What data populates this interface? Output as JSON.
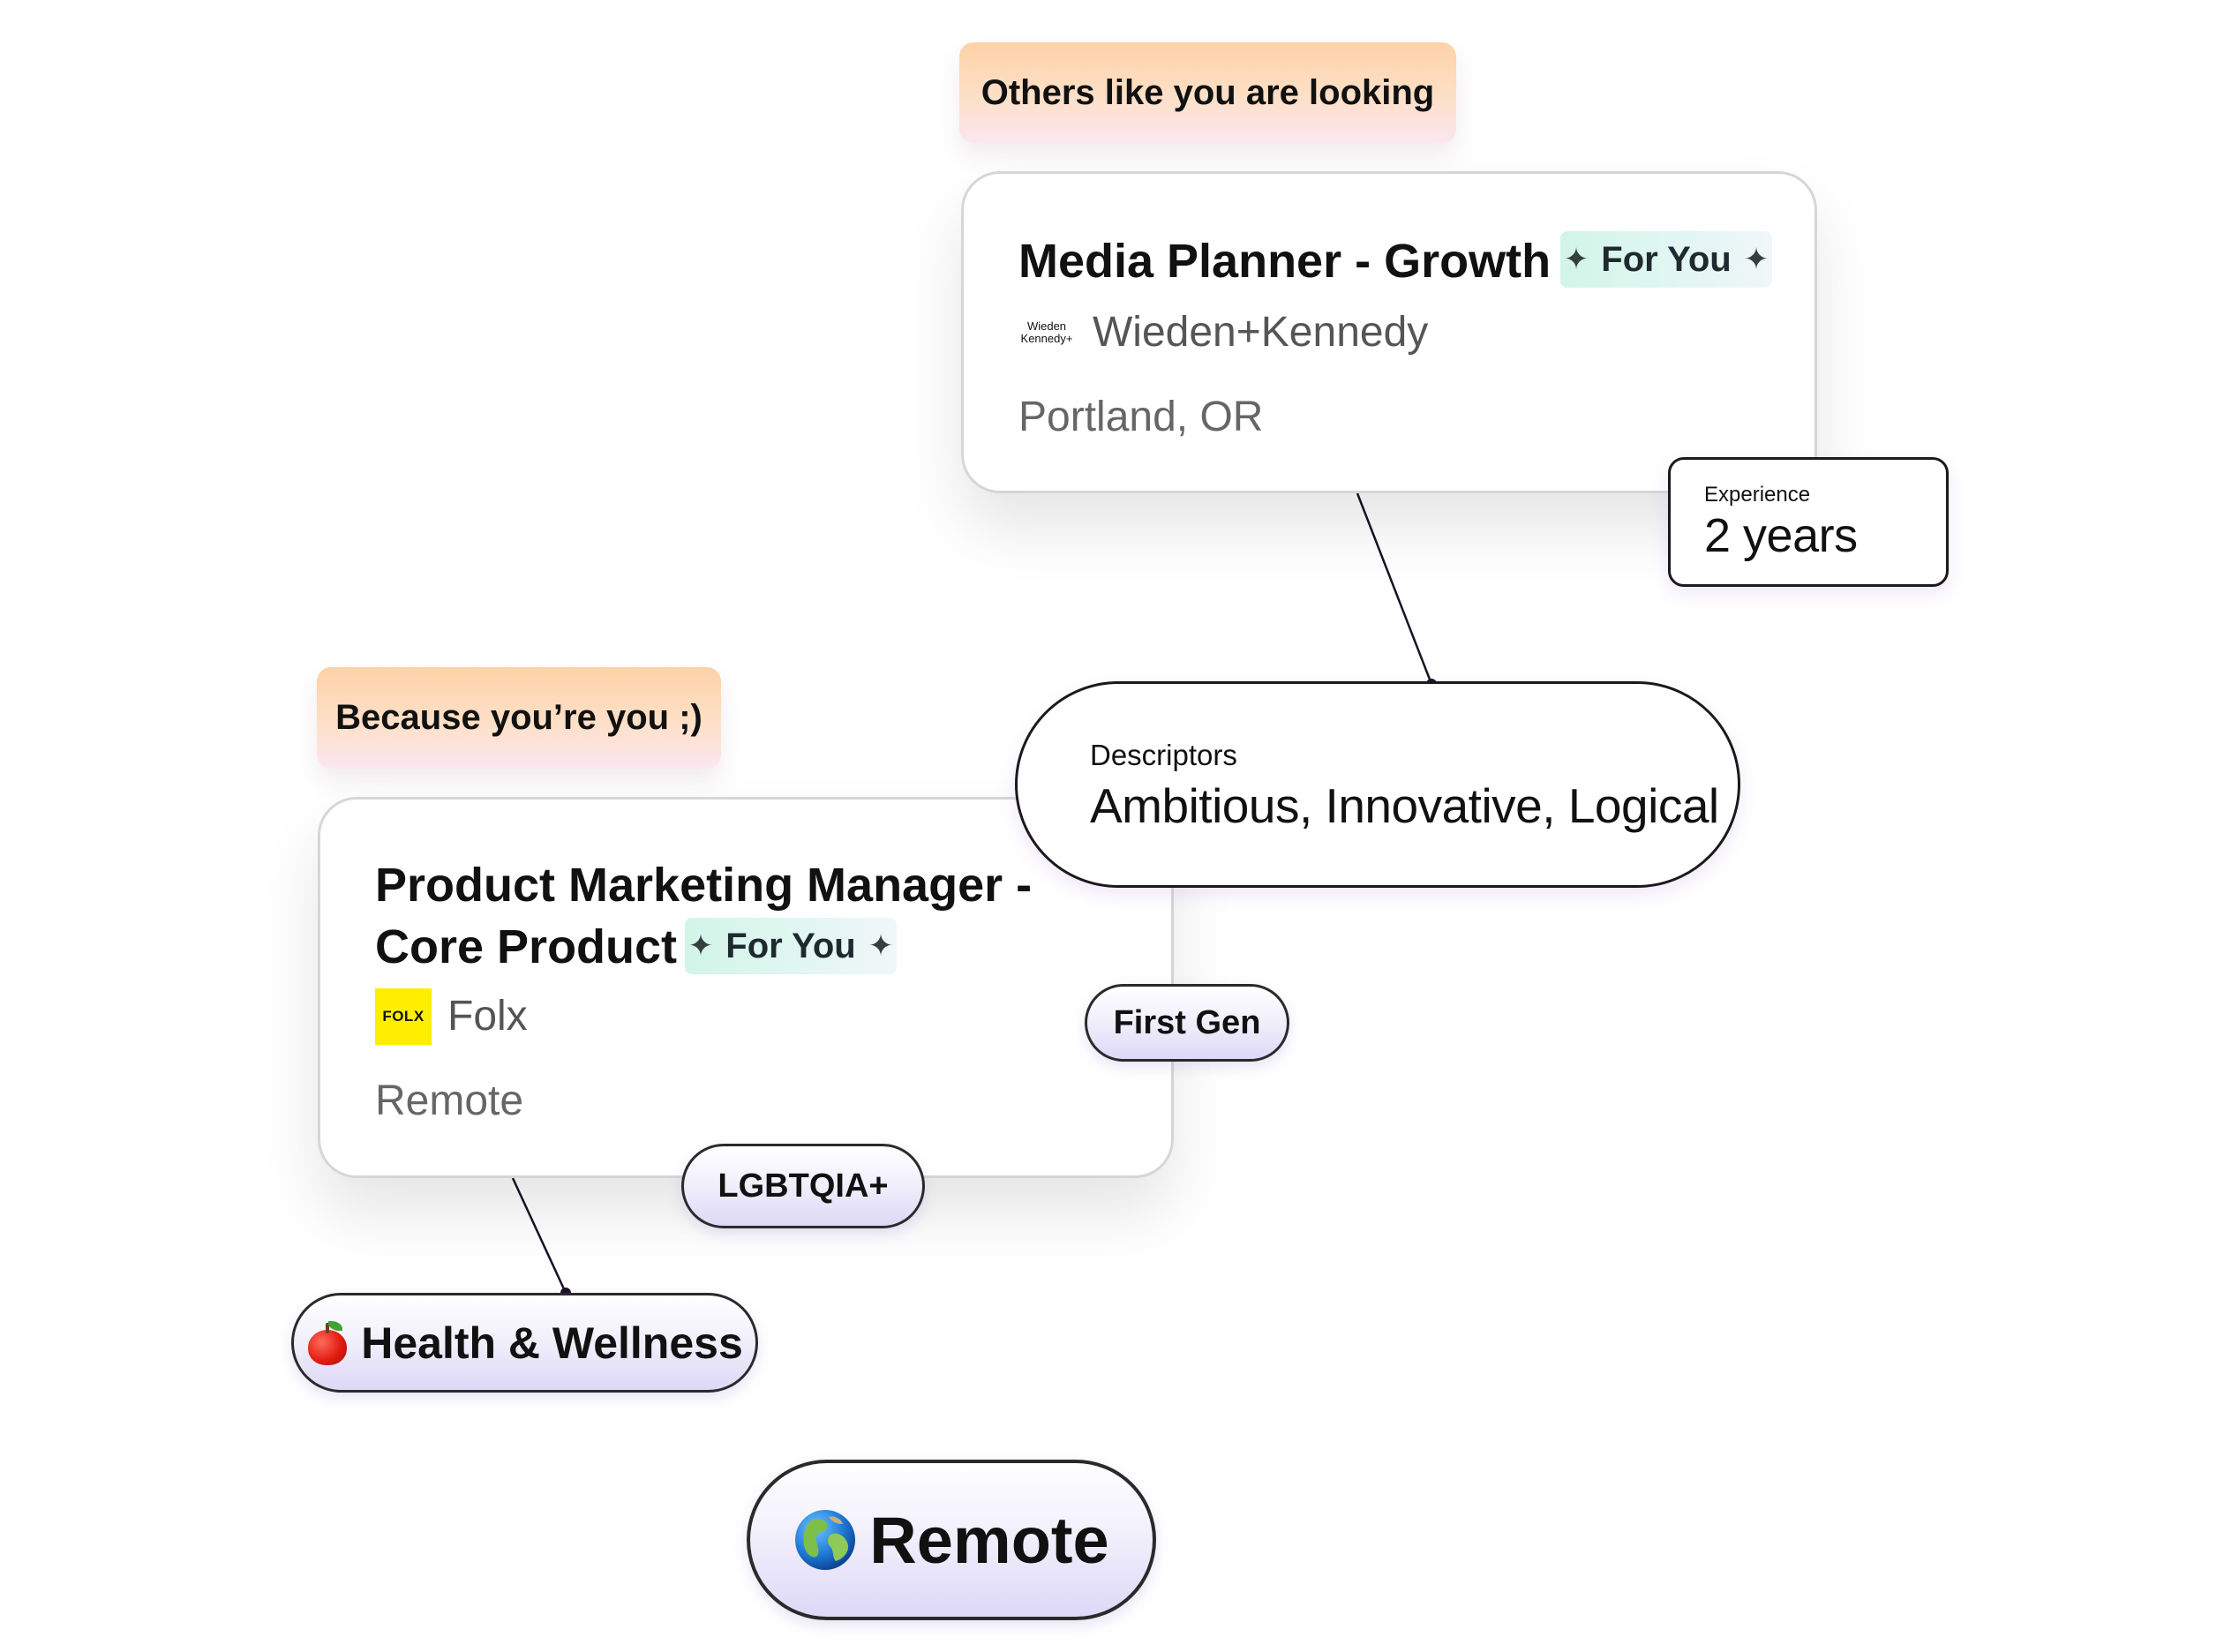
{
  "section_labels": {
    "others": "Others like you are looking",
    "because": "Because you’re you ;)"
  },
  "cards": {
    "media": {
      "title": "Media Planner - Growth",
      "badge": "For You",
      "company_logo_text_1": "Wieden",
      "company_logo_text_2": "Kennedy+",
      "company": "Wieden+Kennedy",
      "location": "Portland, OR"
    },
    "pmm": {
      "title_line_1": "Product Marketing Manager -",
      "title_line_2": "Core Product",
      "badge": "For You",
      "company_logo_text": "FOLX",
      "company": "Folx",
      "location": "Remote"
    }
  },
  "experience": {
    "caption": "Experience",
    "value": "2 years"
  },
  "descriptors": {
    "caption": "Descriptors",
    "value": "Ambitious, Innovative, Logical"
  },
  "tags": {
    "first_gen": "First Gen",
    "lgbtqia": "LGBTQIA+",
    "health": "Health & Wellness",
    "remote": "Remote"
  },
  "icons": {
    "sparkle": "✦",
    "health": "apple-icon",
    "remote": "globe-icon"
  },
  "colors": {
    "label_gradient_top": "#fdd2a7",
    "label_gradient_bottom": "#fce6f1",
    "for_you_bg": "#d2f5e8",
    "folx_yellow": "#ffee00",
    "tag_gradient_bottom": "#ddd8f7"
  }
}
